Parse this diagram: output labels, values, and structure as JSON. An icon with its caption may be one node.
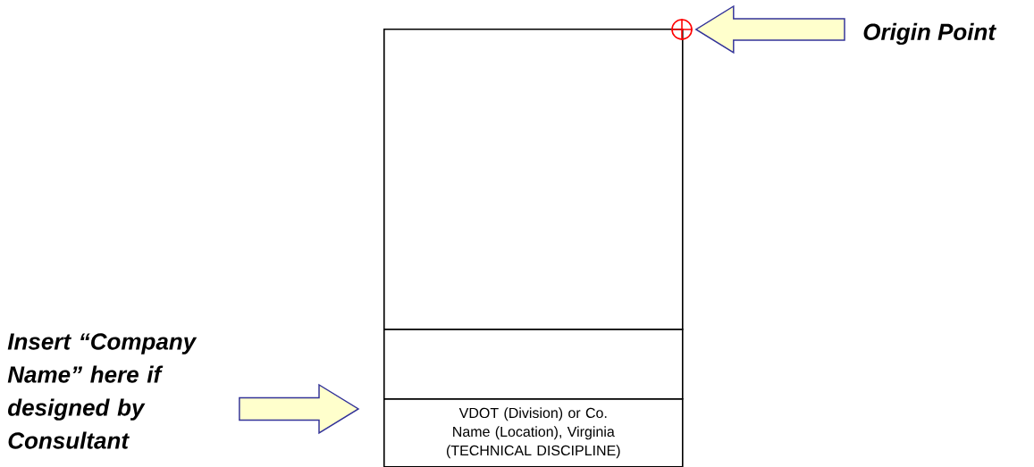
{
  "diagram": {
    "nodes": [
      {
        "text": [],
        "shape": "box"
      },
      {
        "text": [],
        "shape": "box"
      },
      {
        "text": [
          "VDOT (Division) or Co. Name (Location), Virginia (TECHNICAL DISCIPLINE)"
        ]
      },
      {
        "text": [],
        "shape": "circle"
      },
      {
        "text": [
          "Origin Point"
        ]
      },
      {
        "text": [
          "Insert “Company Name” here if designed by Consultant"
        ]
      }
    ],
    "edges": [
      {
        "from": 4,
        "to": 3,
        "arrow": "to"
      },
      {
        "from": 5,
        "to": 2,
        "arrow": "to"
      }
    ]
  }
}
